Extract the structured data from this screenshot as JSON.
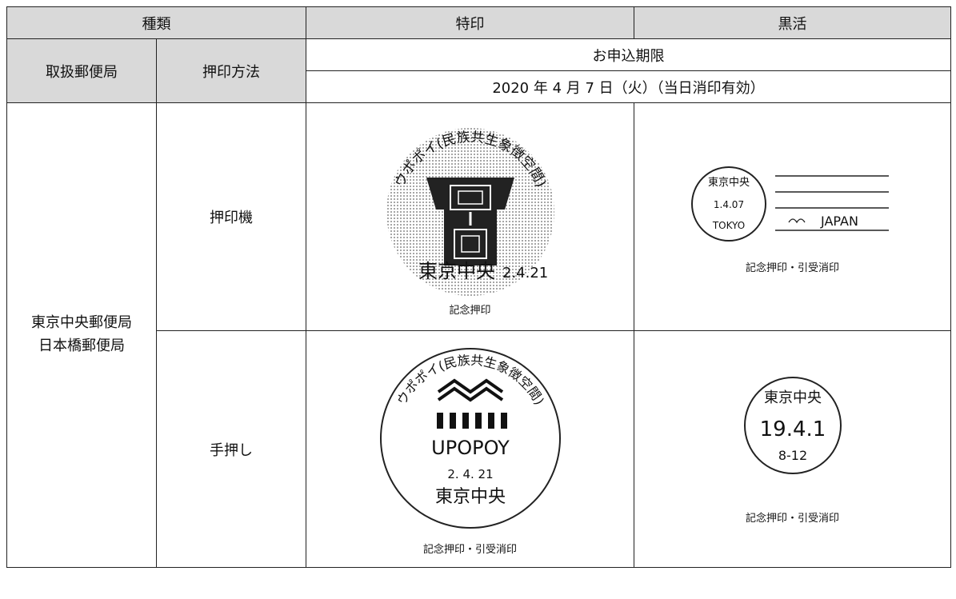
{
  "header": {
    "type_label": "種類",
    "special_label": "特印",
    "kokkatsu_label": "黒活"
  },
  "subheader": {
    "office_label": "取扱郵便局",
    "method_label": "押印方法",
    "deadline_label": "お申込期限",
    "deadline_value": "2020 年 4 月 7 日（火）（当日消印有効）"
  },
  "offices": [
    "東京中央郵便局",
    "日本橋郵便局"
  ],
  "rows": [
    {
      "method": "押印機",
      "special_caption": "記念押印",
      "kokkatsu_caption": "記念押印・引受消印"
    },
    {
      "method": "手押し",
      "special_caption": "記念押印・引受消印",
      "kokkatsu_caption": "記念押印・引受消印"
    }
  ],
  "stamps": {
    "machine_special": {
      "arc": "ウポポイ(民族共生象徴空間)",
      "office": "東京中央",
      "date": "2.4.21"
    },
    "machine_kokkatsu": {
      "office": "東京中央",
      "date": "1.4.07",
      "city": "TOKYO",
      "country": "JAPAN"
    },
    "hand_special": {
      "arc": "ウポポイ(民族共生象徴空間)",
      "logo": "UPOPOY",
      "date": "2. 4. 21",
      "office": "東京中央"
    },
    "hand_kokkatsu": {
      "office": "東京中央",
      "date": "19.4.1",
      "time": "8-12"
    }
  }
}
